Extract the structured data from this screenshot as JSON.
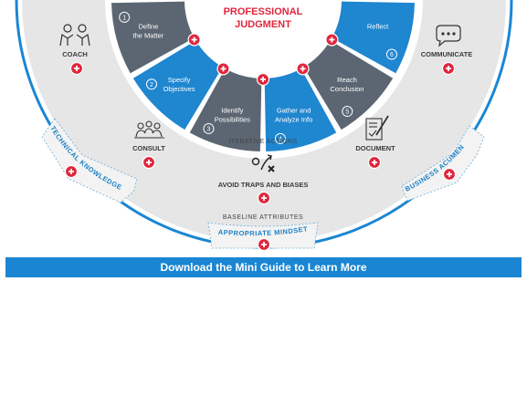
{
  "center": {
    "title_line1": "PROFESSIONAL",
    "title_line2": "JUDGMENT"
  },
  "segments": [
    {
      "number": "1",
      "line1": "Define",
      "line2": "the Matter",
      "color": "#5b6672"
    },
    {
      "number": "2",
      "line1": "Specify",
      "line2": "Objectives",
      "color": "#1f86d0"
    },
    {
      "number": "3",
      "line1": "Identify",
      "line2": "Possibilities",
      "color": "#5b6672"
    },
    {
      "number": "4",
      "line1": "Gather and",
      "line2": "Analyze Info",
      "color": "#1f86d0"
    },
    {
      "number": "5",
      "line1": "Reach",
      "line2": "Conclusion",
      "color": "#5b6672"
    },
    {
      "number": "6",
      "line1": "Reflect",
      "line2": "",
      "color": "#1f86d0"
    }
  ],
  "features": {
    "coach": {
      "label": "COACH",
      "icon": "coach-icon"
    },
    "communicate": {
      "label": "COMMUNICATE",
      "icon": "speech-bubble-icon"
    },
    "consult": {
      "label": "CONSULT",
      "icon": "people-table-icon"
    },
    "document": {
      "label": "DOCUMENT",
      "icon": "document-pen-icon"
    },
    "avoid": {
      "heading": "ITERATIVE ACTIONS",
      "label": "AVOID TRAPS AND BIASES",
      "icon": "strategy-icon"
    }
  },
  "rim": {
    "technical": "TECHNICAL KNOWLEDGE",
    "business": "BUSINESS ACUMEN",
    "baseline_heading": "BASELINE ATTRIBUTES",
    "mindset": "APPROPRIATE MINDSET"
  },
  "cta": {
    "label": "Download the Mini Guide to Learn More"
  },
  "colors": {
    "accent_red": "#e0263c",
    "brand_blue": "#1a86d3",
    "slate": "#5b6672",
    "ring_gray": "#e6e6e6"
  }
}
